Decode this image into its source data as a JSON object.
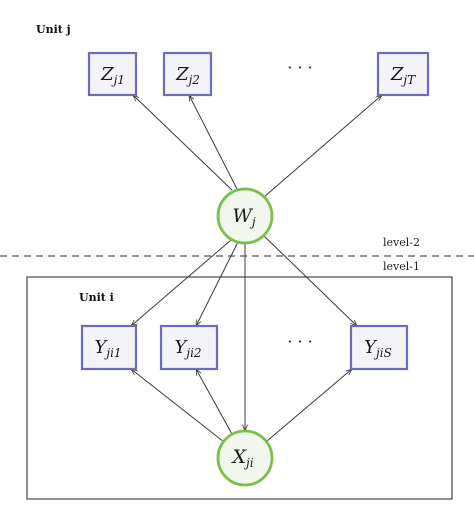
{
  "labels": {
    "unit_j": "Unit j",
    "unit_i": "Unit i",
    "level_2": "level-2",
    "level_1": "level-1"
  },
  "nodes": {
    "Z1": {
      "base": "Z",
      "sub": "j1"
    },
    "Z2": {
      "base": "Z",
      "sub": "j2"
    },
    "ZT": {
      "base": "Z",
      "sub": "jT"
    },
    "W": {
      "base": "W",
      "sub": "j"
    },
    "Y1": {
      "base": "Y",
      "sub": "ji1"
    },
    "Y2": {
      "base": "Y",
      "sub": "ji2"
    },
    "YS": {
      "base": "Y",
      "sub": "jiS"
    },
    "X": {
      "base": "X",
      "sub": "ji"
    }
  },
  "ellipsis": "· · ·",
  "colors": {
    "box_stroke": "#6c6cbe",
    "box_fill": "#f3f3f8",
    "circle_stroke": "#79bf48",
    "circle_fill": "#f2f7ee"
  }
}
